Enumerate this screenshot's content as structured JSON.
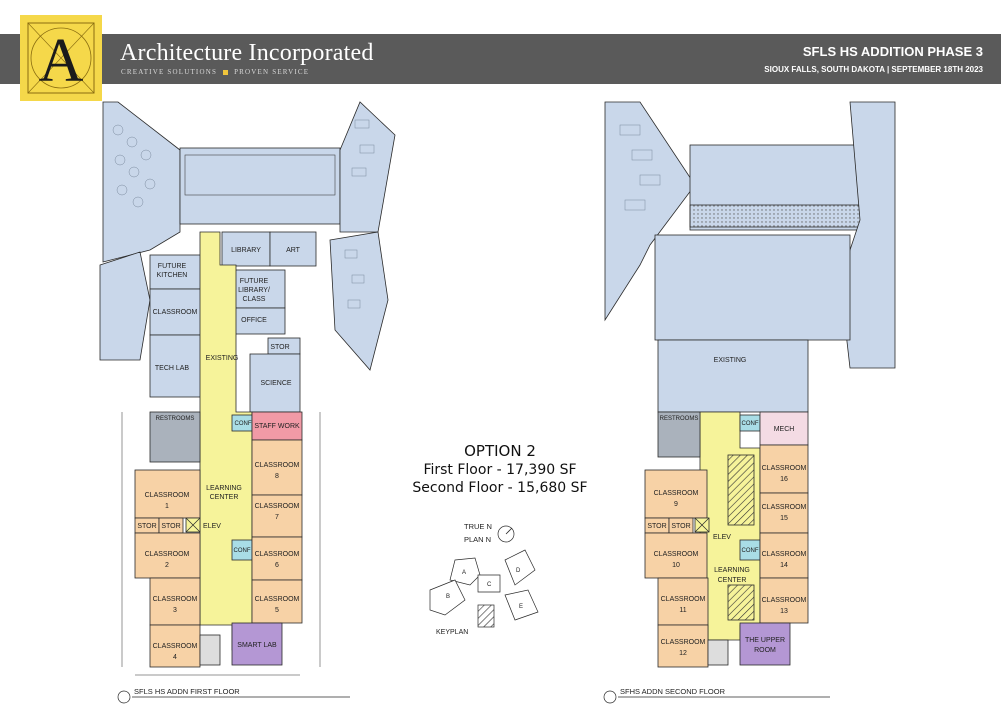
{
  "header": {
    "brand": "Architecture Incorporated",
    "tagline_left": "CREATIVE SOLUTIONS",
    "tagline_right": "PROVEN SERVICE",
    "logo_letter": "A",
    "project_title": "SFLS HS ADDITION PHASE 3",
    "location_date": "SIOUX FALLS, SOUTH DAKOTA | SEPTEMBER 18TH 2023"
  },
  "option": {
    "title": "OPTION 2",
    "first_floor": "First Floor - 17,390 SF",
    "second_floor": "Second Floor - 15,680 SF"
  },
  "colors": {
    "existing": "#c9d7ea",
    "corridor": "#f6f39a",
    "classroom": "#f7d2a6",
    "conf": "#a9dde6",
    "staff_work": "#f19aa6",
    "smart_lab": "#b497d4",
    "mech": "#f4dbe4"
  },
  "first_floor": {
    "caption": "SFLS HS ADDN FIRST FLOOR",
    "rooms": {
      "library": "LIBRARY",
      "art": "ART",
      "future_kitchen_1": "FUTURE",
      "future_kitchen_2": "KITCHEN",
      "future_library_1": "FUTURE",
      "future_library_2": "LIBRARY/",
      "future_library_3": "CLASS",
      "classroom_existing": "CLASSROOM",
      "office": "OFFICE",
      "stor_top": "STOR",
      "tech_lab": "TECH LAB",
      "existing": "EXISTING",
      "science": "SCIENCE",
      "restrooms": "RESTROOMS",
      "conf_a": "CONF",
      "staff_work": "STAFF WORK",
      "classroom_8": "CLASSROOM",
      "num_8": "8",
      "learning_1": "LEARNING",
      "learning_2": "CENTER",
      "classroom_1": "CLASSROOM",
      "num_1": "1",
      "classroom_7": "CLASSROOM",
      "num_7": "7",
      "stor_1": "STOR",
      "stor_2": "STOR",
      "elev": "ELEV",
      "conf_b": "CONF",
      "classroom_2": "CLASSROOM",
      "num_2": "2",
      "classroom_6": "CLASSROOM",
      "num_6": "6",
      "classroom_3": "CLASSROOM",
      "num_3": "3",
      "classroom_5": "CLASSROOM",
      "num_5": "5",
      "classroom_4": "CLASSROOM",
      "num_4": "4",
      "smart_lab": "SMART LAB"
    }
  },
  "second_floor": {
    "caption": "SFHS ADDN SECOND FLOOR",
    "rooms": {
      "existing": "EXISTING",
      "restrooms": "RESTROOMS",
      "conf_a": "CONF",
      "mech": "MECH",
      "classroom_16": "CLASSROOM",
      "num_16": "16",
      "classroom_9": "CLASSROOM",
      "num_9": "9",
      "classroom_15": "CLASSROOM",
      "num_15": "15",
      "stor_1": "STOR",
      "stor_2": "STOR",
      "elev": "ELEV",
      "conf_b": "CONF",
      "classroom_10": "CLASSROOM",
      "num_10": "10",
      "classroom_14": "CLASSROOM",
      "num_14": "14",
      "learning_1": "LEARNING",
      "learning_2": "CENTER",
      "classroom_11": "CLASSROOM",
      "num_11": "11",
      "classroom_13": "CLASSROOM",
      "num_13": "13",
      "classroom_12": "CLASSROOM",
      "num_12": "12",
      "upper_1": "THE UPPER",
      "upper_2": "ROOM"
    }
  },
  "keyplan": {
    "true_n": "TRUE N",
    "plan_n": "PLAN N",
    "label": "KEYPLAN",
    "a": "A",
    "b": "B",
    "c": "C",
    "d": "D",
    "e": "E"
  }
}
